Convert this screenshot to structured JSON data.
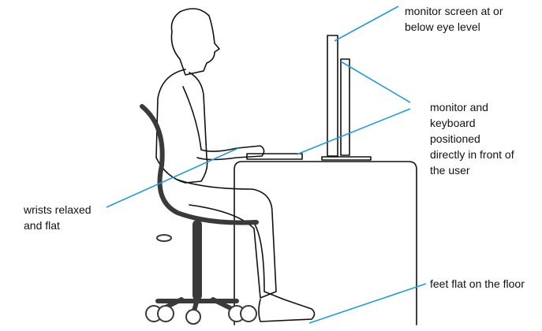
{
  "labels": {
    "monitor_height": "monitor screen at or below eye level",
    "monitor_position": "monitor and keyboard positioned directly in front of the user",
    "wrists": "wrists relaxed and flat",
    "feet": "feet flat on the floor"
  },
  "colors": {
    "leader_line": "#1e9be0",
    "drawing": "#111111",
    "chair": "#3a3a3a"
  }
}
